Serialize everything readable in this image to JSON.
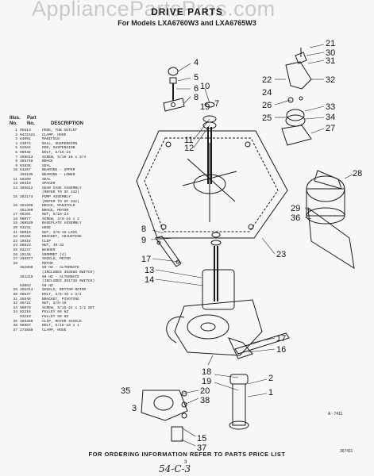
{
  "watermark": "AppliancePartsPros.com",
  "title": "DRIVE PARTS",
  "subtitle": "For Models LXA6760W3 and LXA6765W3",
  "table_header": {
    "illus_line1": "Illus.",
    "part_line1": "Part",
    "illus_line2": "No.",
    "part_line2": "No.",
    "description": "DESCRIPTION"
  },
  "parts": [
    {
      "n": "1",
      "p": "95513",
      "d": "HOSE, TUB OUTLET"
    },
    {
      "n": "2",
      "p": "9421521",
      "d": "CLAMP, HOSE"
    },
    {
      "n": "3",
      "p": "84091",
      "d": "MANIFOLD"
    },
    {
      "n": "4",
      "p": "41073",
      "d": "BALL, SUSPENSION"
    },
    {
      "n": "5",
      "p": "62584",
      "d": "ROD, SUSPENSION"
    },
    {
      "n": "6",
      "p": "98048",
      "d": "BOLT, 5/16-24"
    },
    {
      "n": "7",
      "p": "355613",
      "d": "SCREW, 5/16-18 x 3/4"
    },
    {
      "n": "8",
      "p": "355748",
      "d": "BRACE"
    },
    {
      "n": "9",
      "p": "91938",
      "d": "SEAL"
    },
    {
      "n": "10",
      "p": "54207",
      "d": "BEARING - UPPER"
    },
    {
      "n": "",
      "p": "356195",
      "d": "BEARING - LOWER"
    },
    {
      "n": "11",
      "p": "58209",
      "d": "SEAL"
    },
    {
      "n": "13",
      "p": "80419",
      "d": "SPACER"
    },
    {
      "n": "14",
      "p": "365612",
      "d": "GEAR CASE ASSEMBLY"
    },
    {
      "n": "",
      "p": "",
      "d": "(REFER TO SF 342)"
    },
    {
      "n": "15",
      "p": "382174",
      "d": "PUMP ASSEMBLY"
    },
    {
      "n": "",
      "p": "",
      "d": "(REFER TO SF 342)"
    },
    {
      "n": "16",
      "p": "351500",
      "d": "BRACE, MANIFOLD"
    },
    {
      "n": "",
      "p": "351499",
      "d": "BRACE, MOTOR"
    },
    {
      "n": "17",
      "p": "96101",
      "d": "NUT, 5/16-24"
    },
    {
      "n": "18",
      "p": "90077",
      "d": "SCREW, 3/8-24 x 2"
    },
    {
      "n": "19",
      "p": "360535",
      "d": "BASEPLATE ASSEMBLY"
    },
    {
      "n": "20",
      "p": "93231",
      "d": "HOSE"
    },
    {
      "n": "21",
      "p": "96019",
      "d": "NUT, 3/8-16 LOCK"
    },
    {
      "n": "22",
      "p": "85286",
      "d": "BRACKET, ADJUSTING"
    },
    {
      "n": "23",
      "p": "18515",
      "d": "CLIP"
    },
    {
      "n": "24",
      "p": "98023",
      "d": "NUT, 10-32"
    },
    {
      "n": "25",
      "p": "92237",
      "d": "WASHER"
    },
    {
      "n": "26",
      "p": "19138",
      "d": "GROMMET (4)"
    },
    {
      "n": "27",
      "p": "356377",
      "d": "SHIELD, MOTOR"
    },
    {
      "n": "28",
      "p": "",
      "d": "MOTOR"
    },
    {
      "n": "",
      "p": "362856",
      "d": "60 HZ - ALTERNATE"
    },
    {
      "n": "",
      "p": "",
      "d": "(INCLUDES 363588 SWITCH)"
    },
    {
      "n": "",
      "p": "361318",
      "d": "60 HZ - ALTERNATE"
    },
    {
      "n": "",
      "p": "",
      "d": "(INCLUDES 361738 SWITCH)"
    },
    {
      "n": "",
      "p": "83053",
      "d": "50 HZ"
    },
    {
      "n": "29",
      "p": "356314",
      "d": "SHIELD, BOTTOM MOTOR"
    },
    {
      "n": "30",
      "p": "98537",
      "d": "BOLT, 3/8-16 x 3/4"
    },
    {
      "n": "31",
      "p": "35549",
      "d": "BRACKET, PIVOTING"
    },
    {
      "n": "32",
      "p": "95721",
      "d": "NUT, 3/8-16"
    },
    {
      "n": "33",
      "p": "90079",
      "d": "SCREW, 5/16-24 x 1/2 SET"
    },
    {
      "n": "34",
      "p": "92216",
      "d": "PULLEY 60 HZ"
    },
    {
      "n": "",
      "p": "93219",
      "d": "PULLEY 50 HZ"
    },
    {
      "n": "35",
      "p": "356388",
      "d": "CLIP, MOTOR SHIELD"
    },
    {
      "n": "36",
      "p": "96867",
      "d": "BOLT, 5/16-18 x 1"
    },
    {
      "n": "37",
      "p": "273858",
      "d": "CLAMP, HOSE"
    }
  ],
  "callouts": [
    "1",
    "2",
    "3",
    "4",
    "5",
    "6",
    "7",
    "8",
    "9",
    "10",
    "11",
    "12",
    "13",
    "14",
    "15",
    "16",
    "17",
    "18",
    "19",
    "20",
    "21",
    "22",
    "23",
    "24",
    "25",
    "26",
    "27",
    "28",
    "29",
    "30",
    "31",
    "32",
    "33",
    "34",
    "35",
    "36",
    "37",
    "38"
  ],
  "footer": "FOR ORDERING INFORMATION REFER TO PARTS PRICE LIST",
  "page_number": "3",
  "handwritten": "54-C-3",
  "doc_ref": "367411",
  "figure_id": "A - 7411"
}
